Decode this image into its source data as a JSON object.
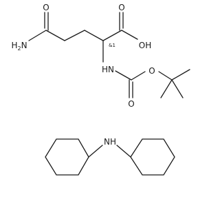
{
  "diagram": {
    "atoms": {
      "amide_o": "O",
      "amide_nh2": "H2N",
      "acid_o": "O",
      "acid_oh": "OH",
      "carbamate_nh": "HN",
      "carbamate_o": "O",
      "ester_o": "O",
      "amine_nh": "NH"
    },
    "stereo_label": "&1",
    "bond_color": "#1a1a1a"
  }
}
